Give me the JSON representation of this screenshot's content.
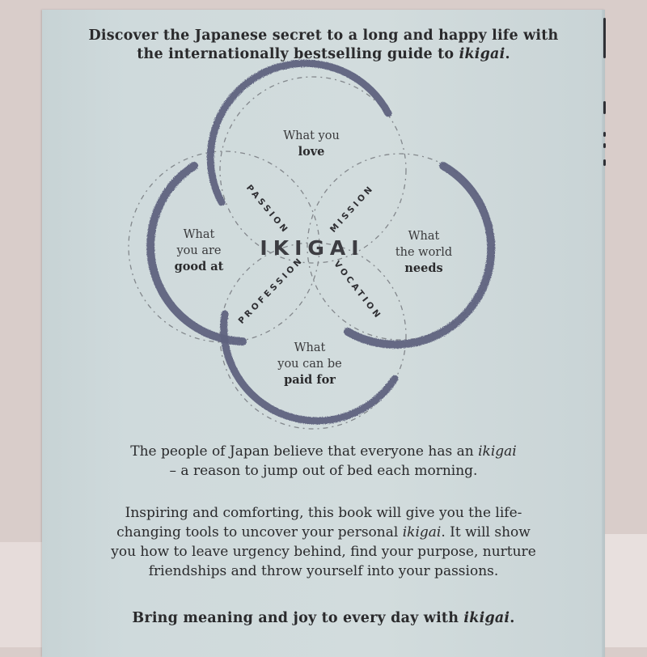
{
  "book_back_cover": {
    "headline": {
      "line1": "Discover the Japanese secret to a long and happy life with",
      "line2_prefix": "the internationally bestselling guide to ",
      "line2_italic": "ikigai",
      "line2_suffix": "."
    },
    "diagram": {
      "center_label": "IKIGAI",
      "circles": {
        "top": {
          "line1": "What you",
          "bold": "love"
        },
        "left": {
          "line1": "What",
          "line2": "you are",
          "bold": "good at"
        },
        "right": {
          "line1": "What",
          "line2": "the world",
          "bold": "needs"
        },
        "bottom": {
          "line1": "What",
          "line2": "you can be",
          "bold": "paid for"
        }
      },
      "intersections": {
        "top_left": "PASSION",
        "top_right": "MISSION",
        "bottom_left": "PROFESSION",
        "bottom_right": "VOCATION"
      },
      "colors": {
        "brush_stroke": "#5f6380",
        "dashed_line": "#6a6c72",
        "text": "#2a2a2c"
      }
    },
    "paragraph1": {
      "line1_prefix": "The people of Japan believe that everyone has an ",
      "line1_italic": "ikigai",
      "line2": "– a reason to jump out of bed each morning."
    },
    "paragraph2": {
      "line1": "Inspiring and comforting, this book will give you the life-",
      "line2_prefix": "changing tools to uncover your personal ",
      "line2_italic": "ikigai",
      "line2_suffix": ". It will show",
      "line3": "you how to leave urgency behind, find your purpose, nurture",
      "line4": "friendships and throw yourself into your passions."
    },
    "closing": {
      "prefix": "Bring meaning and joy to every day with ",
      "italic": "ikigai",
      "suffix": "."
    },
    "colors": {
      "cover_background": "#cfdadc",
      "backdrop": "#d9cdca"
    }
  }
}
